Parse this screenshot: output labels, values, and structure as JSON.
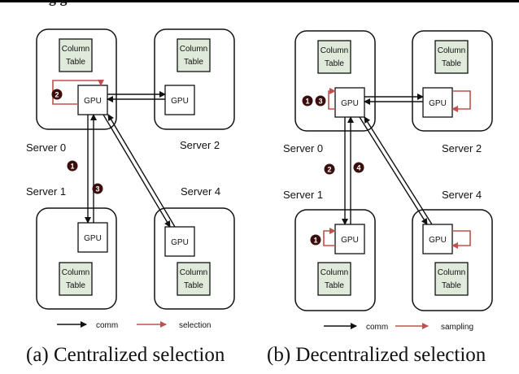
{
  "header_fragment": "g                                       g",
  "server_labels": {
    "s0": "Server 0",
    "s1": "Server 1",
    "s2": "Server 2",
    "s4": "Server 4"
  },
  "gpu_label": "GPU",
  "table_label_line1": "Column",
  "table_label_line2": "Table",
  "legend": {
    "comm": "comm",
    "selection": "selection",
    "sampling": "sampling"
  },
  "steps": {
    "one": "1",
    "two": "2",
    "three": "3",
    "four": "4"
  },
  "captions": {
    "a": "(a) Centralized selection",
    "b": "(b) Decentralized selection"
  },
  "colors": {
    "comm": "#111111",
    "selection": "#c0504d",
    "table_fill": "#dfeadb",
    "badge": "#3b0e0e"
  }
}
